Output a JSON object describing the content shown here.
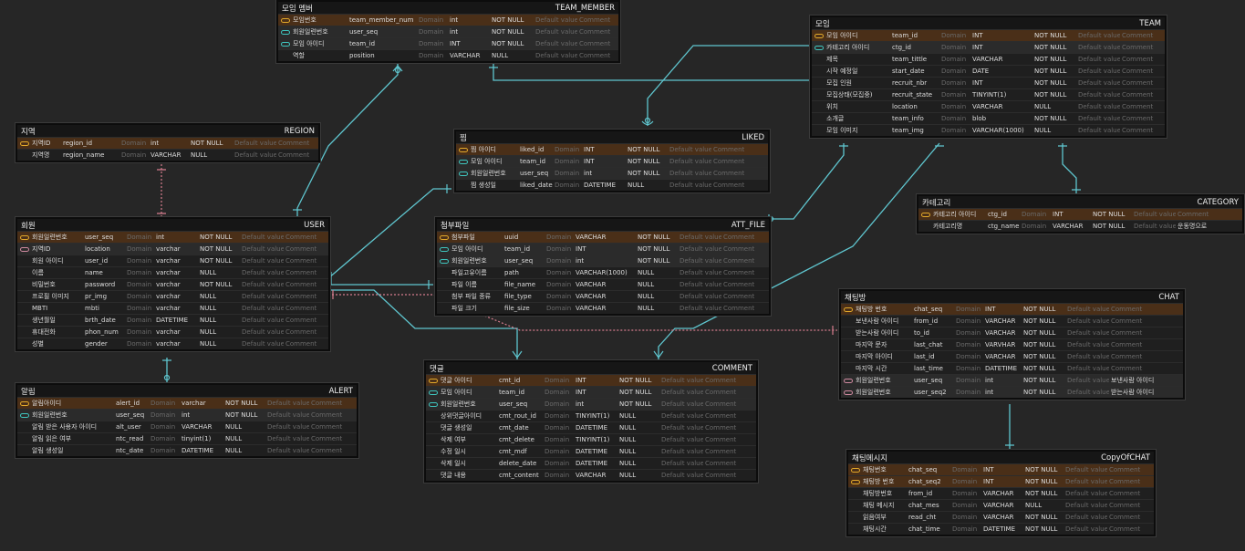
{
  "colors": {
    "background": "#262626",
    "pk_row": "#4a2f18",
    "relation_line": "#5fc6cf",
    "relation_dashed": "#d77d8e"
  },
  "tables": [
    {
      "id": "TEAM_MEMBER",
      "logical": "모임 멤버",
      "rows": [
        [
          "pk-fk",
          "모임번호",
          "team_member_num",
          "Domain",
          "int",
          "NOT NULL",
          "Default value",
          "Comment"
        ],
        [
          "fk",
          "회원일련번호",
          "user_seq",
          "Domain",
          "int",
          "NOT NULL",
          "Default value",
          "Comment"
        ],
        [
          "fk",
          "모임 아이디",
          "team_id",
          "Domain",
          "INT",
          "NOT NULL",
          "Default value",
          "Comment"
        ],
        [
          "",
          "역할",
          "position",
          "Domain",
          "VARCHAR",
          "NULL",
          "Default value",
          "Comment"
        ]
      ]
    },
    {
      "id": "TEAM",
      "logical": "모임",
      "rows": [
        [
          "pk",
          "모임 아이디",
          "team_id",
          "Domain",
          "INT",
          "NOT NULL",
          "Default value",
          "Comment"
        ],
        [
          "fk",
          "카테고리 아이디",
          "ctg_id",
          "Domain",
          "INT",
          "NOT NULL",
          "Default value",
          "Comment"
        ],
        [
          "",
          "제목",
          "team_tittle",
          "Domain",
          "VARCHAR",
          "NOT NULL",
          "Default value",
          "Comment"
        ],
        [
          "",
          "시작 예정일",
          "start_date",
          "Domain",
          "DATE",
          "NOT NULL",
          "Default value",
          "Comment"
        ],
        [
          "",
          "모집 인원",
          "recruit_nbr",
          "Domain",
          "INT",
          "NOT NULL",
          "Default value",
          "Comment"
        ],
        [
          "",
          "모집상태(모집중)",
          "recruit_state",
          "Domain",
          "TINYINT(1)",
          "NOT NULL",
          "Default value",
          "Comment"
        ],
        [
          "",
          "위치",
          "location",
          "Domain",
          "VARCHAR",
          "NULL",
          "Default value",
          "Comment"
        ],
        [
          "",
          "소개글",
          "team_info",
          "Domain",
          "blob",
          "NOT NULL",
          "Default value",
          "Comment"
        ],
        [
          "",
          "모임 이미지",
          "team_img",
          "Domain",
          "VARCHAR(1000)",
          "NULL",
          "Default value",
          "Comment"
        ]
      ]
    },
    {
      "id": "REGION",
      "logical": "지역",
      "rows": [
        [
          "pk",
          "지역ID",
          "region_id",
          "Domain",
          "int",
          "NOT NULL",
          "Default value",
          "Comment"
        ],
        [
          "",
          "지역명",
          "region_name",
          "Domain",
          "VARCHAR",
          "NULL",
          "Default value",
          "Comment"
        ]
      ]
    },
    {
      "id": "LIKED",
      "logical": "찜",
      "rows": [
        [
          "pk",
          "찜 아이디",
          "liked_id",
          "Domain",
          "INT",
          "NOT NULL",
          "Default value",
          "Comment"
        ],
        [
          "fk",
          "모임 아이디",
          "team_id",
          "Domain",
          "INT",
          "NOT NULL",
          "Default value",
          "Comment"
        ],
        [
          "fk",
          "회원일련번호",
          "user_seq",
          "Domain",
          "int",
          "NOT NULL",
          "Default value",
          "Comment"
        ],
        [
          "",
          "찜 생성일",
          "liked_date",
          "Domain",
          "DATETIME",
          "NULL",
          "Default value",
          "Comment"
        ]
      ]
    },
    {
      "id": "CATEGORY",
      "logical": "카테고리",
      "rows": [
        [
          "pk",
          "카테고리 아이디",
          "ctg_id",
          "Domain",
          "INT",
          "NOT NULL",
          "Default value",
          "Comment"
        ],
        [
          "",
          "카테고리명",
          "ctg_name",
          "Domain",
          "VARCHAR",
          "NOT NULL",
          "Default value",
          "운동명으로"
        ]
      ]
    },
    {
      "id": "USER",
      "logical": "회원",
      "rows": [
        [
          "pk",
          "회원일련번호",
          "user_seq",
          "Domain",
          "int",
          "NOT NULL",
          "Default value",
          "Comment"
        ],
        [
          "pink",
          "지역ID",
          "location",
          "Domain",
          "varchar",
          "NOT NULL",
          "Default value",
          "Comment"
        ],
        [
          "",
          "회원 아이디",
          "user_id",
          "Domain",
          "varchar",
          "NOT NULL",
          "Default value",
          "Comment"
        ],
        [
          "",
          "이름",
          "name",
          "Domain",
          "varchar",
          "NULL",
          "Default value",
          "Comment"
        ],
        [
          "",
          "비밀번호",
          "password",
          "Domain",
          "varchar",
          "NOT NULL",
          "Default value",
          "Comment"
        ],
        [
          "",
          "프로필 이미지",
          "pr_img",
          "Domain",
          "varchar",
          "NULL",
          "Default value",
          "Comment"
        ],
        [
          "",
          "MBTI",
          "mbti",
          "Domain",
          "varchar",
          "NULL",
          "Default value",
          "Comment"
        ],
        [
          "",
          "생년월일",
          "brth_date",
          "Domain",
          "DATETIME",
          "NULL",
          "Default value",
          "Comment"
        ],
        [
          "",
          "휴대전화",
          "phon_num",
          "Domain",
          "varchar",
          "NULL",
          "Default value",
          "Comment"
        ],
        [
          "",
          "성별",
          "gender",
          "Domain",
          "varchar",
          "NULL",
          "Default value",
          "Comment"
        ]
      ]
    },
    {
      "id": "ATT_FILE",
      "logical": "첨부파일",
      "rows": [
        [
          "pk",
          "첨부파일",
          "uuid",
          "Domain",
          "VARCHAR",
          "NOT NULL",
          "Default value",
          "Comment"
        ],
        [
          "fk",
          "모임 아이디",
          "team_id",
          "Domain",
          "INT",
          "NOT NULL",
          "Default value",
          "Comment"
        ],
        [
          "fk",
          "회원일련번호",
          "user_seq",
          "Domain",
          "int",
          "NOT NULL",
          "Default value",
          "Comment"
        ],
        [
          "",
          "파일고유이름",
          "path",
          "Domain",
          "VARCHAR(1000)",
          "NULL",
          "Default value",
          "Comment"
        ],
        [
          "",
          "파일 이름",
          "file_name",
          "Domain",
          "VARCHAR",
          "NULL",
          "Default value",
          "Comment"
        ],
        [
          "",
          "첨부 파일 종류",
          "file_type",
          "Domain",
          "VARCHAR",
          "NULL",
          "Default value",
          "Comment"
        ],
        [
          "",
          "파일 크기",
          "file_size",
          "Domain",
          "VARCHAR",
          "NULL",
          "Default value",
          "Comment"
        ]
      ]
    },
    {
      "id": "CHAT",
      "logical": "채팅방",
      "rows": [
        [
          "pk",
          "채팅방 번호",
          "chat_seq",
          "Domain",
          "INT",
          "NOT NULL",
          "Default value",
          "Comment"
        ],
        [
          "",
          "보낸사람 아이디",
          "from_id",
          "Domain",
          "VARCHAR",
          "NOT NULL",
          "Default value",
          "Comment"
        ],
        [
          "",
          "받는사람 아이디",
          "to_id",
          "Domain",
          "VARCHAR",
          "NOT NULL",
          "Default value",
          "Comment"
        ],
        [
          "",
          "마지막 문자",
          "last_chat",
          "Domain",
          "VARVHAR",
          "NOT NULL",
          "Default value",
          "Comment"
        ],
        [
          "",
          "마지막 아이디",
          "last_id",
          "Domain",
          "VARCHAR",
          "NOT NULL",
          "Default value",
          "Comment"
        ],
        [
          "",
          "마지막 시간",
          "last_time",
          "Domain",
          "DATETIME",
          "NOT NULL",
          "Default value",
          "Comment"
        ],
        [
          "pink",
          "회원일련번호",
          "user_seq",
          "Domain",
          "int",
          "NOT NULL",
          "Default value",
          "보낸사람 아이디"
        ],
        [
          "pink",
          "회원일련번호",
          "user_seq2",
          "Domain",
          "int",
          "NOT NULL",
          "Default value",
          "받는사람 아이디"
        ]
      ]
    },
    {
      "id": "ALERT",
      "logical": "알림",
      "rows": [
        [
          "pk",
          "알림아이디",
          "alert_id",
          "Domain",
          "varchar",
          "NOT NULL",
          "Default value",
          "Comment"
        ],
        [
          "fk",
          "회원일련번호",
          "user_seq",
          "Domain",
          "int",
          "NOT NULL",
          "Default value",
          "Comment"
        ],
        [
          "",
          "알림 받은 사용자 아이디",
          "alt_user",
          "Domain",
          "VARCHAR",
          "NULL",
          "Default value",
          "Comment"
        ],
        [
          "",
          "알림 읽은 여부",
          "ntc_read",
          "Domain",
          "tinyint(1)",
          "NULL",
          "Default value",
          "Comment"
        ],
        [
          "",
          "알림 생성일",
          "ntc_date",
          "Domain",
          "DATETIME",
          "NULL",
          "Default value",
          "Comment"
        ]
      ]
    },
    {
      "id": "COMMENT",
      "logical": "댓글",
      "rows": [
        [
          "pk",
          "댓글 아이디",
          "cmt_id",
          "Domain",
          "INT",
          "NOT NULL",
          "Default value",
          "Comment"
        ],
        [
          "fk",
          "모임 아이디",
          "team_id",
          "Domain",
          "INT",
          "NOT NULL",
          "Default value",
          "Comment"
        ],
        [
          "fk",
          "회원일련번호",
          "user_seq",
          "Domain",
          "int",
          "NOT NULL",
          "Default value",
          "Comment"
        ],
        [
          "",
          "상위댓글아이디",
          "cmt_rout_id",
          "Domain",
          "TINYINT(1)",
          "NULL",
          "Default value",
          "Comment"
        ],
        [
          "",
          "댓글 생성일",
          "cmt_date",
          "Domain",
          "DATETIME",
          "NULL",
          "Default value",
          "Comment"
        ],
        [
          "",
          "삭제 여부",
          "cmt_delete",
          "Domain",
          "TINYINT(1)",
          "NULL",
          "Default value",
          "Comment"
        ],
        [
          "",
          "수정 일시",
          "cmt_mdf",
          "Domain",
          "DATETIME",
          "NULL",
          "Default value",
          "Comment"
        ],
        [
          "",
          "삭제 일시",
          "delete_date",
          "Domain",
          "DATETIME",
          "NULL",
          "Default value",
          "Comment"
        ],
        [
          "",
          "댓글 내용",
          "cmt_content",
          "Domain",
          "VARCHAR",
          "NULL",
          "Default value",
          "Comment"
        ]
      ]
    },
    {
      "id": "CopyOfCHAT",
      "logical": "채팅메시지",
      "rows": [
        [
          "pk",
          "채팅번호",
          "chat_seq",
          "Domain",
          "INT",
          "NOT NULL",
          "Default value",
          "Comment"
        ],
        [
          "pk",
          "채팅방 번호",
          "chat_seq2",
          "Domain",
          "INT",
          "NOT NULL",
          "Default value",
          "Comment"
        ],
        [
          "",
          "채팅방번호",
          "from_id",
          "Domain",
          "VARCHAR",
          "NOT NULL",
          "Default value",
          "Comment"
        ],
        [
          "",
          "채팅 메시지",
          "chat_mes",
          "Domain",
          "VARCHAR",
          "NULL",
          "Default value",
          "Comment"
        ],
        [
          "",
          "읽음여부",
          "read_cht",
          "Domain",
          "VARCHAR",
          "NOT NULL",
          "Default value",
          "Comment"
        ],
        [
          "",
          "채팅시간",
          "chat_time",
          "Domain",
          "DATETIME",
          "NOT NULL",
          "Default value",
          "Comment"
        ]
      ]
    }
  ]
}
